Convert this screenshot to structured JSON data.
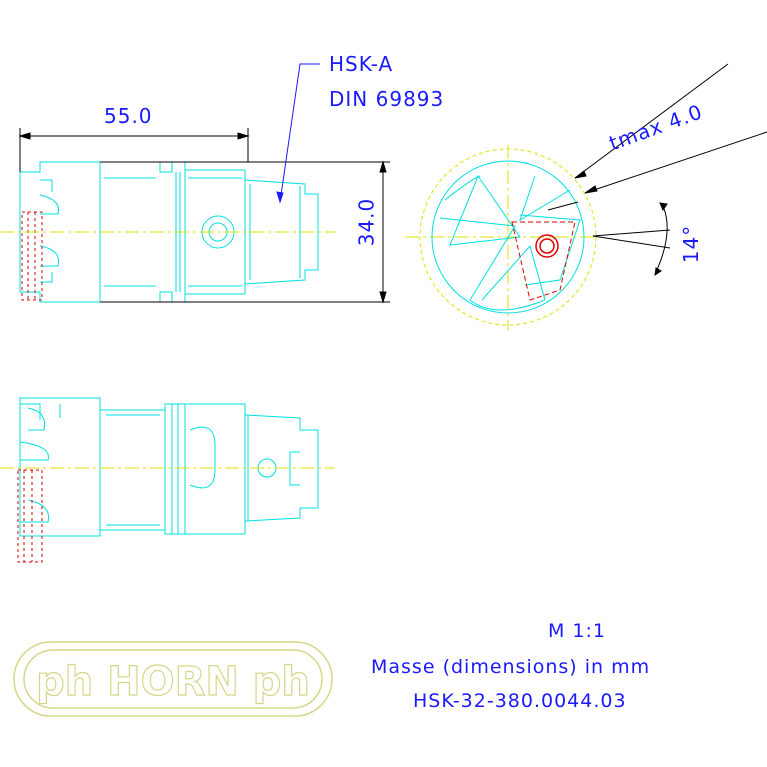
{
  "dimensions": {
    "length": "55.0",
    "diameter": "34.0",
    "tmax": "tmax 4.0",
    "angle": "14°"
  },
  "spec": {
    "type": "HSK-A",
    "standard": "DIN 69893"
  },
  "title_block": {
    "scale": "M 1:1",
    "units": "Masse (dimensions) in mm",
    "part_number": "HSK-32-380.0044.03"
  },
  "logo": {
    "text": "ph HORN ph"
  },
  "colors": {
    "background": "#ffffff",
    "outline": "#00e0e0",
    "dimension": "#000000",
    "text": "#1a1aff",
    "centerline": "#e0e000",
    "hidden": "#e00000",
    "logo": "#d6d68a"
  }
}
